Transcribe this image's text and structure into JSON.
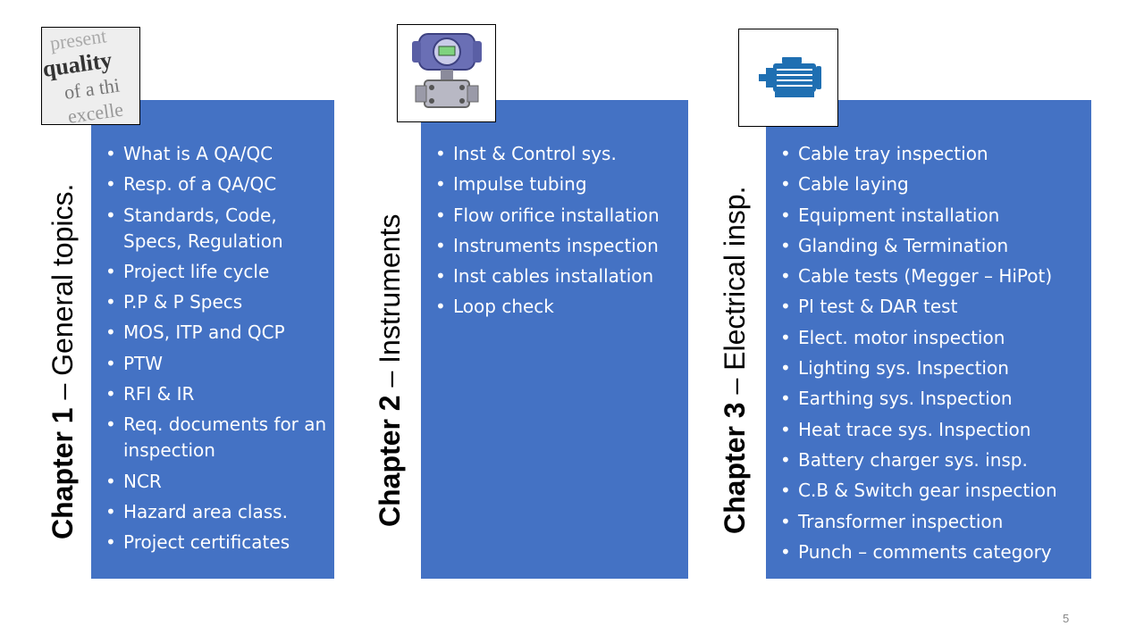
{
  "chapters": [
    {
      "title_bold": "Chapter 1",
      "title_sep": " – ",
      "title_rest": "General topics.",
      "items": [
        "What is A QA/QC",
        "Resp. of a QA/QC",
        "Standards, Code, Specs, Regulation",
        "Project life cycle",
        "P.P & P Specs",
        "MOS, ITP and QCP",
        "PTW",
        "RFI & IR",
        "Req. documents for an inspection",
        "NCR",
        "Hazard area class.",
        "Project certificates"
      ]
    },
    {
      "title_bold": "Chapter 2",
      "title_sep": " – ",
      "title_rest": "Instruments",
      "items": [
        "Inst & Control sys.",
        "Impulse tubing",
        "Flow orifice installation",
        "Instruments inspection",
        "Inst cables installation",
        "Loop check"
      ]
    },
    {
      "title_bold": "Chapter 3",
      "title_sep": " – ",
      "title_rest": "Electrical insp.",
      "items": [
        "Cable tray inspection",
        "Cable laying",
        "Equipment installation",
        "Glanding & Termination",
        "Cable tests (Megger – HiPot)",
        "PI test & DAR test",
        "Elect. motor inspection",
        "Lighting sys. Inspection",
        "Earthing sys. Inspection",
        "Heat trace sys. Inspection",
        "Battery charger sys. insp.",
        "C.B & Switch gear inspection",
        "Transformer inspection",
        "Punch – comments category"
      ]
    }
  ],
  "thumb1_words": [
    "present",
    "quality",
    "of a thi",
    "excelle"
  ],
  "icons": [
    "quality-text-image",
    "pressure-transmitter-icon",
    "electric-motor-icon"
  ],
  "colors": {
    "panel": "#4472c4",
    "motor": "#1f6fb2"
  },
  "page_number": "5"
}
